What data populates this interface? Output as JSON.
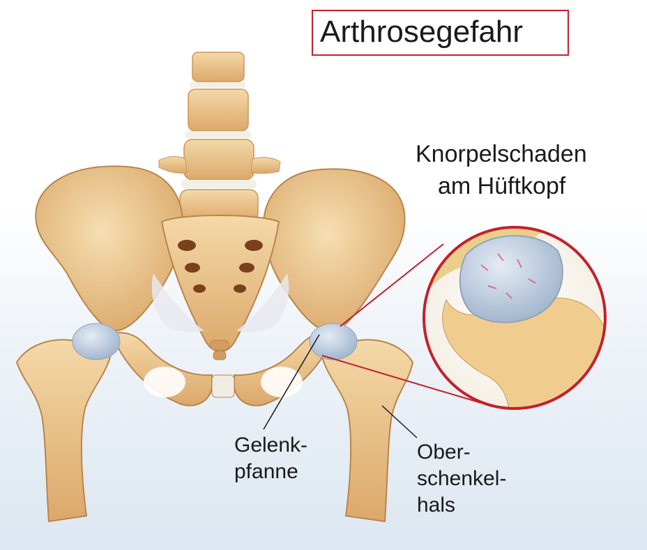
{
  "title": "Arthrosegefahr",
  "inset": {
    "line1": "Knorpelschaden",
    "line2": "am Hüftkopf"
  },
  "labels": {
    "gelenkpfanne": [
      "Gelenk-",
      "pfanne"
    ],
    "oberschenkelhals": [
      "Ober-",
      "schenkel-",
      "hals"
    ]
  },
  "colors": {
    "accent": "#c4202b",
    "bone": "#e8bf86",
    "cartilage": "#b8c8dc"
  }
}
